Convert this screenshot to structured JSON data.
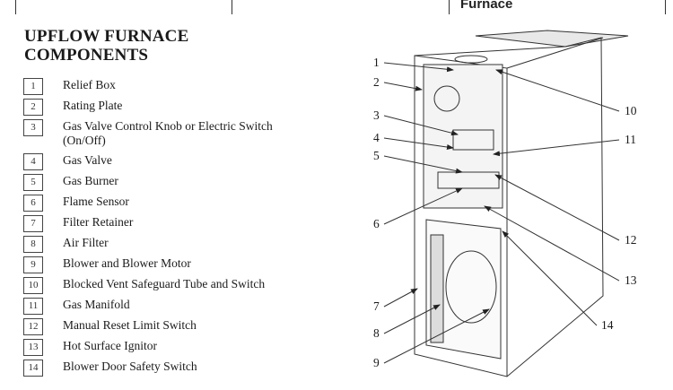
{
  "header": {
    "section": "Furnace"
  },
  "title": {
    "line1": "UPFLOW FURNACE",
    "line2": "COMPONENTS"
  },
  "components": [
    {
      "n": "1",
      "label": "Relief Box"
    },
    {
      "n": "2",
      "label": "Rating Plate"
    },
    {
      "n": "3",
      "label": "Gas Valve Control Knob or Electric Switch (On/Off)"
    },
    {
      "n": "4",
      "label": "Gas Valve"
    },
    {
      "n": "5",
      "label": "Gas Burner"
    },
    {
      "n": "6",
      "label": "Flame Sensor"
    },
    {
      "n": "7",
      "label": "Filter Retainer"
    },
    {
      "n": "8",
      "label": "Air Filter"
    },
    {
      "n": "9",
      "label": "Blower and Blower Motor"
    },
    {
      "n": "10",
      "label": "Blocked Vent Safeguard Tube and Switch"
    },
    {
      "n": "11",
      "label": "Gas Manifold"
    },
    {
      "n": "12",
      "label": "Manual Reset Limit Switch"
    },
    {
      "n": "13",
      "label": "Hot Surface Ignitor"
    },
    {
      "n": "14",
      "label": "Blower Door Safety Switch"
    }
  ],
  "callouts": {
    "c1": "1",
    "c2": "2",
    "c3": "3",
    "c4": "4",
    "c5": "5",
    "c6": "6",
    "c7": "7",
    "c8": "8",
    "c9": "9",
    "c10": "10",
    "c11": "11",
    "c12": "12",
    "c13": "13",
    "c14": "14"
  }
}
